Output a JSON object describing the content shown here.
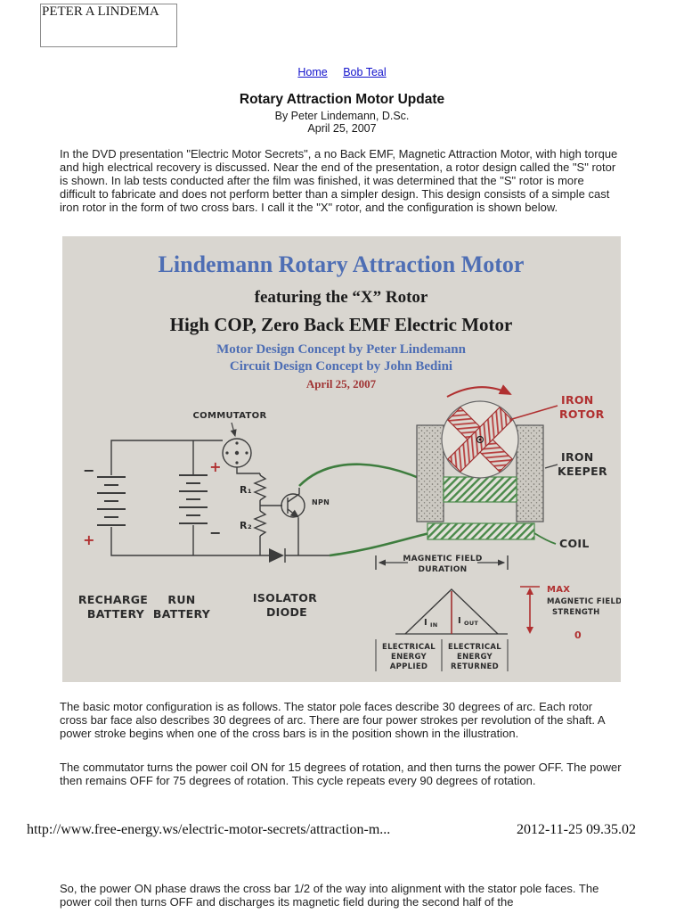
{
  "colors": {
    "link_blue": "#1212cc",
    "figure_heading_blue": "#4e6eb4",
    "figure_red": "#b03030",
    "figure_green": "#3e7d3e",
    "figure_background": "#d9d6d0"
  },
  "header_box": {
    "text": "PETER A LINDEMA"
  },
  "nav": {
    "links": [
      {
        "label": "Home"
      },
      {
        "label": "Bob Teal"
      }
    ]
  },
  "article": {
    "title": "Rotary Attraction Motor Update",
    "byline": "By Peter Lindemann, D.Sc.",
    "date": "April 25, 2007",
    "paragraphs": [
      "In the DVD presentation \"Electric Motor Secrets\", a no Back EMF, Magnetic Attraction Motor, with high torque and high electrical recovery is discussed. Near the end of the presentation, a rotor design called the \"S\" rotor is shown. In lab tests conducted after the film was finished, it was determined that the \"S\" rotor is more difficult to fabricate and does not perform better than a simpler design. This design consists of a simple cast iron rotor in the form of two cross bars. I call it the \"X\" rotor, and the configuration is shown below.",
      "The basic motor configuration is as follows. The stator pole faces describe 30 degrees of arc. Each rotor cross bar face also describes 30 degrees of arc. There are four power strokes per revolution of the shaft. A power stroke begins when one of the cross bars is in the position shown in the illustration.",
      "The commutator turns the power coil ON for 15 degrees of rotation, and then turns the power OFF. The power then remains OFF for 75 degrees of rotation. This cycle repeats every 90 degrees of rotation.",
      "So, the power ON phase draws the cross bar 1/2 of the way into alignment with the stator pole faces. The power coil then turns OFF and discharges its magnetic field during the second half of the"
    ]
  },
  "figure": {
    "heading": {
      "title": "Lindemann Rotary Attraction Motor",
      "subtitle": "featuring the “X” Rotor",
      "subtitle2": "High COP, Zero Back EMF Electric Motor",
      "credit1": "Motor Design Concept by Peter Lindemann",
      "credit2": "Circuit Design Concept by John Bedini",
      "date": "April 25, 2007"
    },
    "labels": {
      "commutator": "COMMUTATOR",
      "r1": "R₁",
      "r2": "R₂",
      "npn": "NPN",
      "minus": "−",
      "plus": "+",
      "recharge_1": "RECHARGE",
      "recharge_2": "BATTERY",
      "run_1": "RUN",
      "run_2": "BATTERY",
      "isolator_1": "ISOLATOR",
      "isolator_2": "DIODE",
      "iron_rotor_1": "IRON",
      "iron_rotor_2": "ROTOR",
      "iron_keeper_1": "IRON",
      "iron_keeper_2": "KEEPER",
      "coil": "COIL",
      "mfd_1": "MAGNETIC FIELD",
      "mfd_2": "DURATION",
      "i": "I",
      "in_sub": "IN",
      "out_sub": "OUT",
      "max": "MAX",
      "max_1": "MAGNETIC FIELD",
      "max_2": "STRENGTH",
      "zero": "0",
      "applied_1": "ELECTRICAL",
      "applied_2": "ENERGY",
      "applied_3": "APPLIED",
      "returned_1": "ELECTRICAL",
      "returned_2": "ENERGY",
      "returned_3": "RETURNED"
    }
  },
  "footer": {
    "url": "http://www.free-energy.ws/electric-motor-secrets/attraction-m...",
    "timestamp": "2012-11-25 09.35.02"
  }
}
